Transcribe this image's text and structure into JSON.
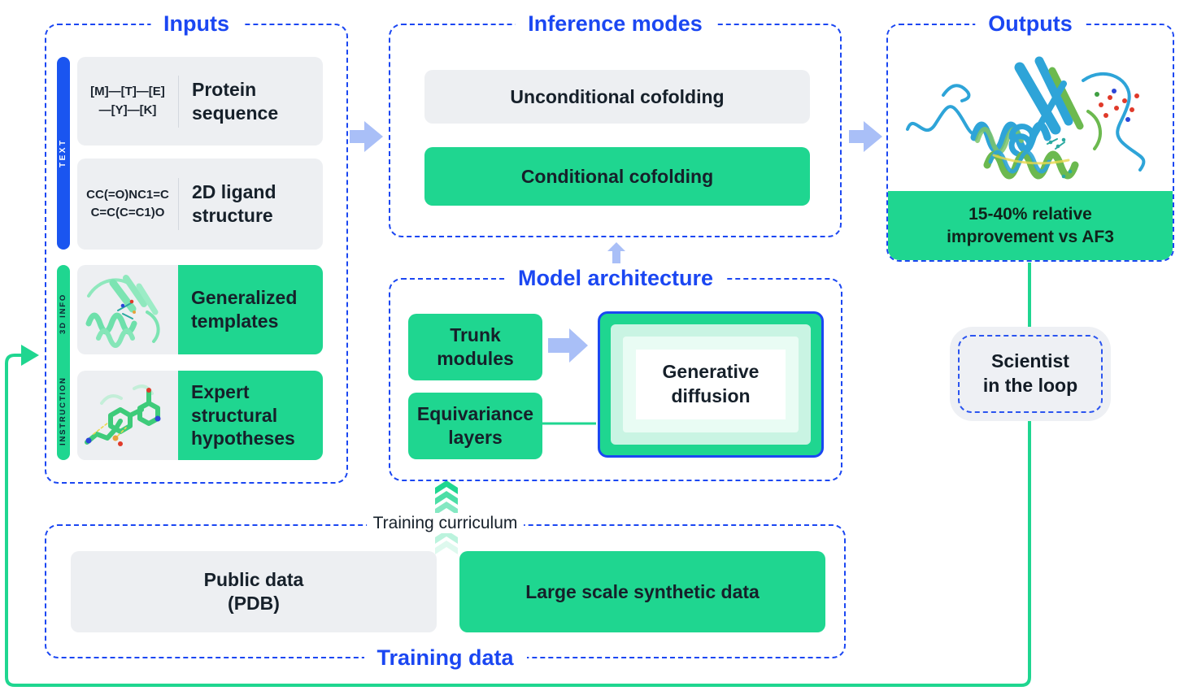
{
  "colors": {
    "accent_blue": "#1b47f2",
    "green": "#1fd690",
    "panel_gray": "#edeff2",
    "arrow_blue": "#a9bff7"
  },
  "inputs": {
    "title": "Inputs",
    "text_bar": "TEXT",
    "info_bar": "3D INFO",
    "instruction_bar": "INSTRUCTION",
    "protein_code_line1": "[M]—[T]—[E]",
    "protein_code_line2": "—[Y]—[K]",
    "protein_label": "Protein sequence",
    "ligand_code_line1": "CC(=O)NC1=C",
    "ligand_code_line2": "C=C(C=C1)O",
    "ligand_label": "2D ligand structure",
    "templates_label": "Generalized templates",
    "hypotheses_label": "Expert structural hypotheses"
  },
  "inference": {
    "title": "Inference modes",
    "unconditional": "Unconditional cofolding",
    "conditional": "Conditional cofolding"
  },
  "outputs": {
    "title": "Outputs",
    "result_line1": "15-40% relative",
    "result_line2": "improvement vs AF3"
  },
  "architecture": {
    "title": "Model architecture",
    "trunk": "Trunk modules",
    "equivariance": "Equivariance layers",
    "diffusion": "Generative diffusion"
  },
  "scientist": {
    "line1": "Scientist",
    "line2": "in the loop"
  },
  "training": {
    "title": "Training data",
    "curriculum": "Training curriculum",
    "public_line1": "Public data",
    "public_line2": "(PDB)",
    "synthetic": "Large scale synthetic data"
  }
}
